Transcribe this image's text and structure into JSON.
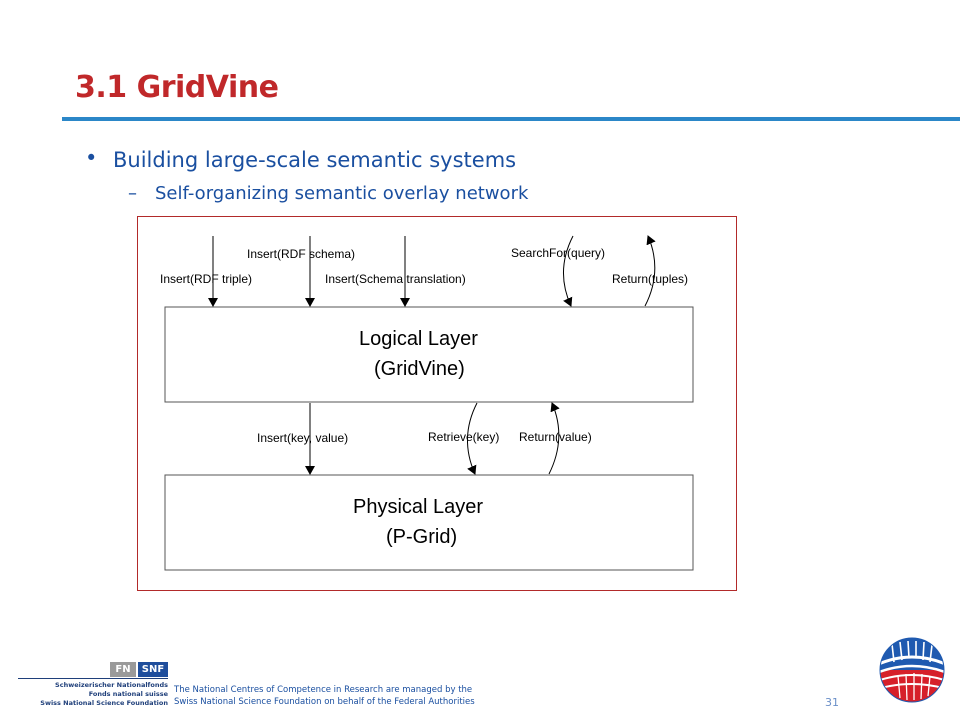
{
  "slide": {
    "title": "3.1 GridVine",
    "bullet": {
      "symbol": "•",
      "text": "Building large-scale semantic systems"
    },
    "sub_bullet": {
      "symbol": "–",
      "text": "Self-organizing semantic overlay network"
    },
    "page_number": "31"
  },
  "diagram": {
    "border_color": "#b22a2a",
    "logical_layer": {
      "title": "Logical Layer",
      "subtitle": "(GridVine)"
    },
    "physical_layer": {
      "title": "Physical Layer",
      "subtitle": "(P-Grid)"
    },
    "labels": {
      "insert_rdf_schema": "Insert(RDF schema)",
      "insert_rdf_triple": "Insert(RDF triple)",
      "insert_schema_translation": "Insert(Schema translation)",
      "search_for_query": "SearchFor(query)",
      "return_tuples": "Return(tuples)",
      "insert_key_value": "Insert(key, value)",
      "retrieve_key": "Retrieve(key)",
      "return_value": "Return(value)"
    }
  },
  "footer": {
    "logo": {
      "mark_left": "FN",
      "mark_right": "SNF",
      "lines": [
        "Schweizerischer Nationalfonds",
        "Fonds national suisse",
        "Swiss National Science Foundation"
      ]
    },
    "note_lines": [
      "The National Centres of Competence in Research are managed by the",
      "Swiss National Science Foundation on behalf of the Federal Authorities"
    ]
  },
  "colors": {
    "title": "#c0282a",
    "rule": "#2b87c8",
    "text": "#1a4fa0"
  }
}
